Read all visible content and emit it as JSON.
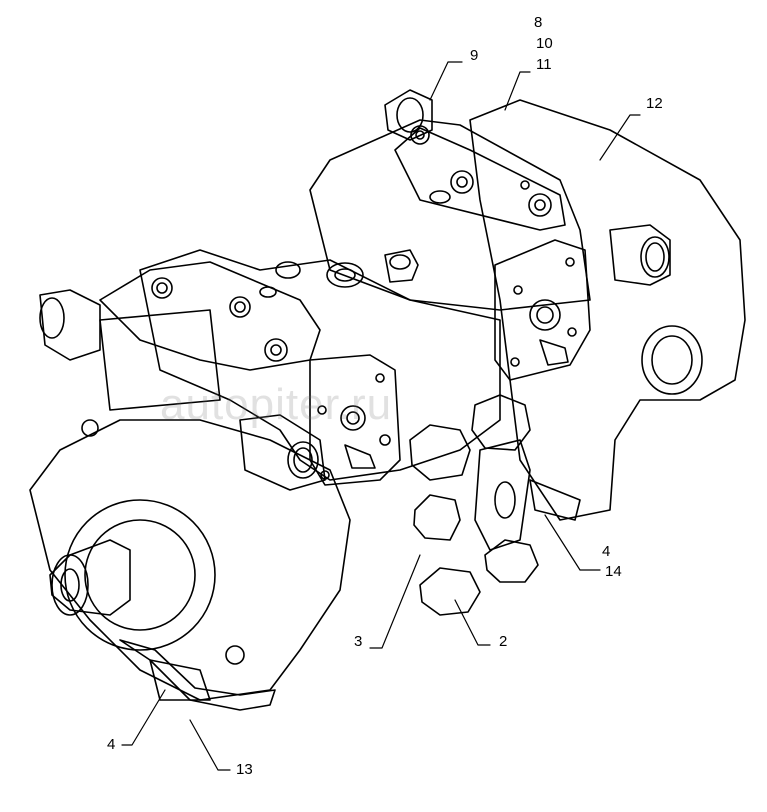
{
  "diagram": {
    "watermark": "autopiter.ru",
    "callouts": [
      {
        "id": "c8",
        "label": "8"
      },
      {
        "id": "c10",
        "label": "10"
      },
      {
        "id": "c11",
        "label": "11"
      },
      {
        "id": "c9",
        "label": "9"
      },
      {
        "id": "c12",
        "label": "12"
      },
      {
        "id": "c4a",
        "label": "4"
      },
      {
        "id": "c14",
        "label": "14"
      },
      {
        "id": "c3",
        "label": "3"
      },
      {
        "id": "c2",
        "label": "2"
      },
      {
        "id": "c4b",
        "label": "4"
      },
      {
        "id": "c13",
        "label": "13"
      }
    ]
  }
}
